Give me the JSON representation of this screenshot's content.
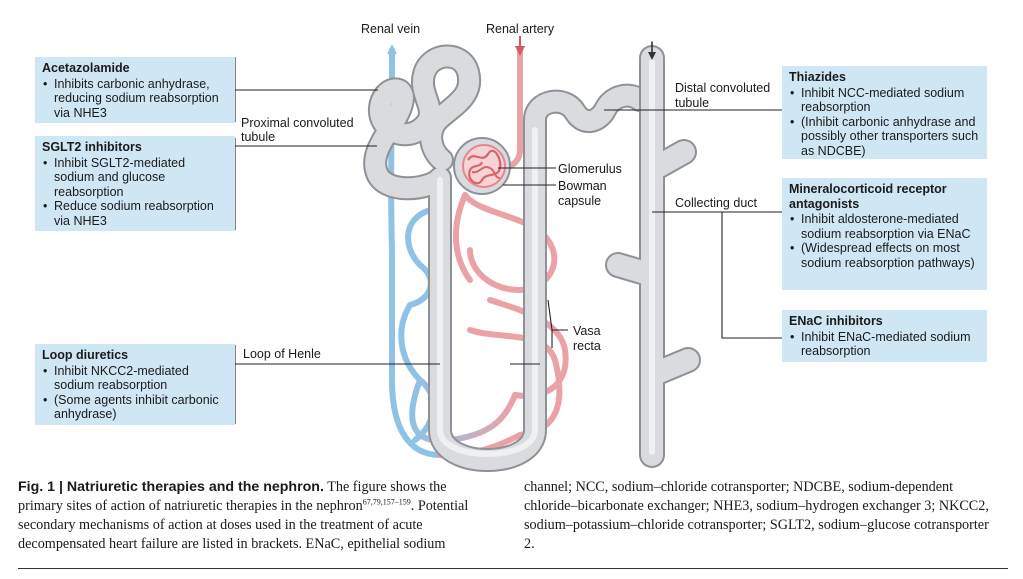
{
  "labels": {
    "renal_vein": "Renal vein",
    "renal_artery": "Renal artery",
    "proximal_tubule_line1": "Proximal convoluted",
    "proximal_tubule_line2": "tubule",
    "glomerulus": "Glomerulus",
    "bowman_line1": "Bowman",
    "bowman_line2": "capsule",
    "distal_line1": "Distal convoluted",
    "distal_line2": "tubule",
    "collecting_duct": "Collecting duct",
    "vasa_line1": "Vasa",
    "vasa_line2": "recta",
    "loop_of_henle": "Loop of Henle"
  },
  "boxes": {
    "acetazolamide": {
      "title": "Acetazolamide",
      "items": [
        "Inhibits carbonic anhydrase, reducing sodium reabsorption via NHE3"
      ]
    },
    "sglt2": {
      "title": "SGLT2 inhibitors",
      "items": [
        "Inhibit SGLT2-mediated sodium and glucose reabsorption",
        "Reduce sodium reabsorption via NHE3"
      ]
    },
    "loop": {
      "title": "Loop diuretics",
      "items": [
        "Inhibit NKCC2-mediated sodium reabsorption",
        "(Some agents inhibit carbonic anhydrase)"
      ]
    },
    "thiazides": {
      "title": "Thiazides",
      "items": [
        "Inhibit NCC-mediated sodium reabsorption",
        "(Inhibit carbonic anhydrase and possibly other transporters such as NDCBE)"
      ]
    },
    "mra": {
      "title": "Mineralocorticoid receptor antagonists",
      "items": [
        "Inhibit aldosterone-mediated sodium reabsorption via ENaC",
        "(Widespread effects on most sodium reabsorption pathways)"
      ]
    },
    "enac": {
      "title": "ENaC inhibitors",
      "items": [
        "Inhibit ENaC-mediated sodium reabsorption"
      ]
    }
  },
  "caption": {
    "fig_label": "Fig. 1 | Natriuretic therapies and the nephron.",
    "text_a": " The figure shows the primary sites of action of natriuretic therapies in the nephron",
    "refs": "67,79,157–159",
    "text_b": ". Potential secondary mechanisms of action at doses used in the treatment of acute decompensated heart failure are listed in brackets. ENaC, epithelial sodium",
    "right_text": "channel; NCC, sodium–chloride cotransporter; NDCBE, sodium-dependent chloride–bicarbonate exchanger; NHE3, sodium–hydrogen exchanger 3; NKCC2, sodium–potassium–chloride cotransporter; SGLT2, sodium–glucose cotransporter 2."
  },
  "colors": {
    "box_fill": "#cfe7f5",
    "tubule_fill": "#d7d9dc",
    "tubule_edge": "#8e9297",
    "vein": "#8fc3e6",
    "artery": "#eba2a6",
    "glomerulus": "#e5868d"
  }
}
